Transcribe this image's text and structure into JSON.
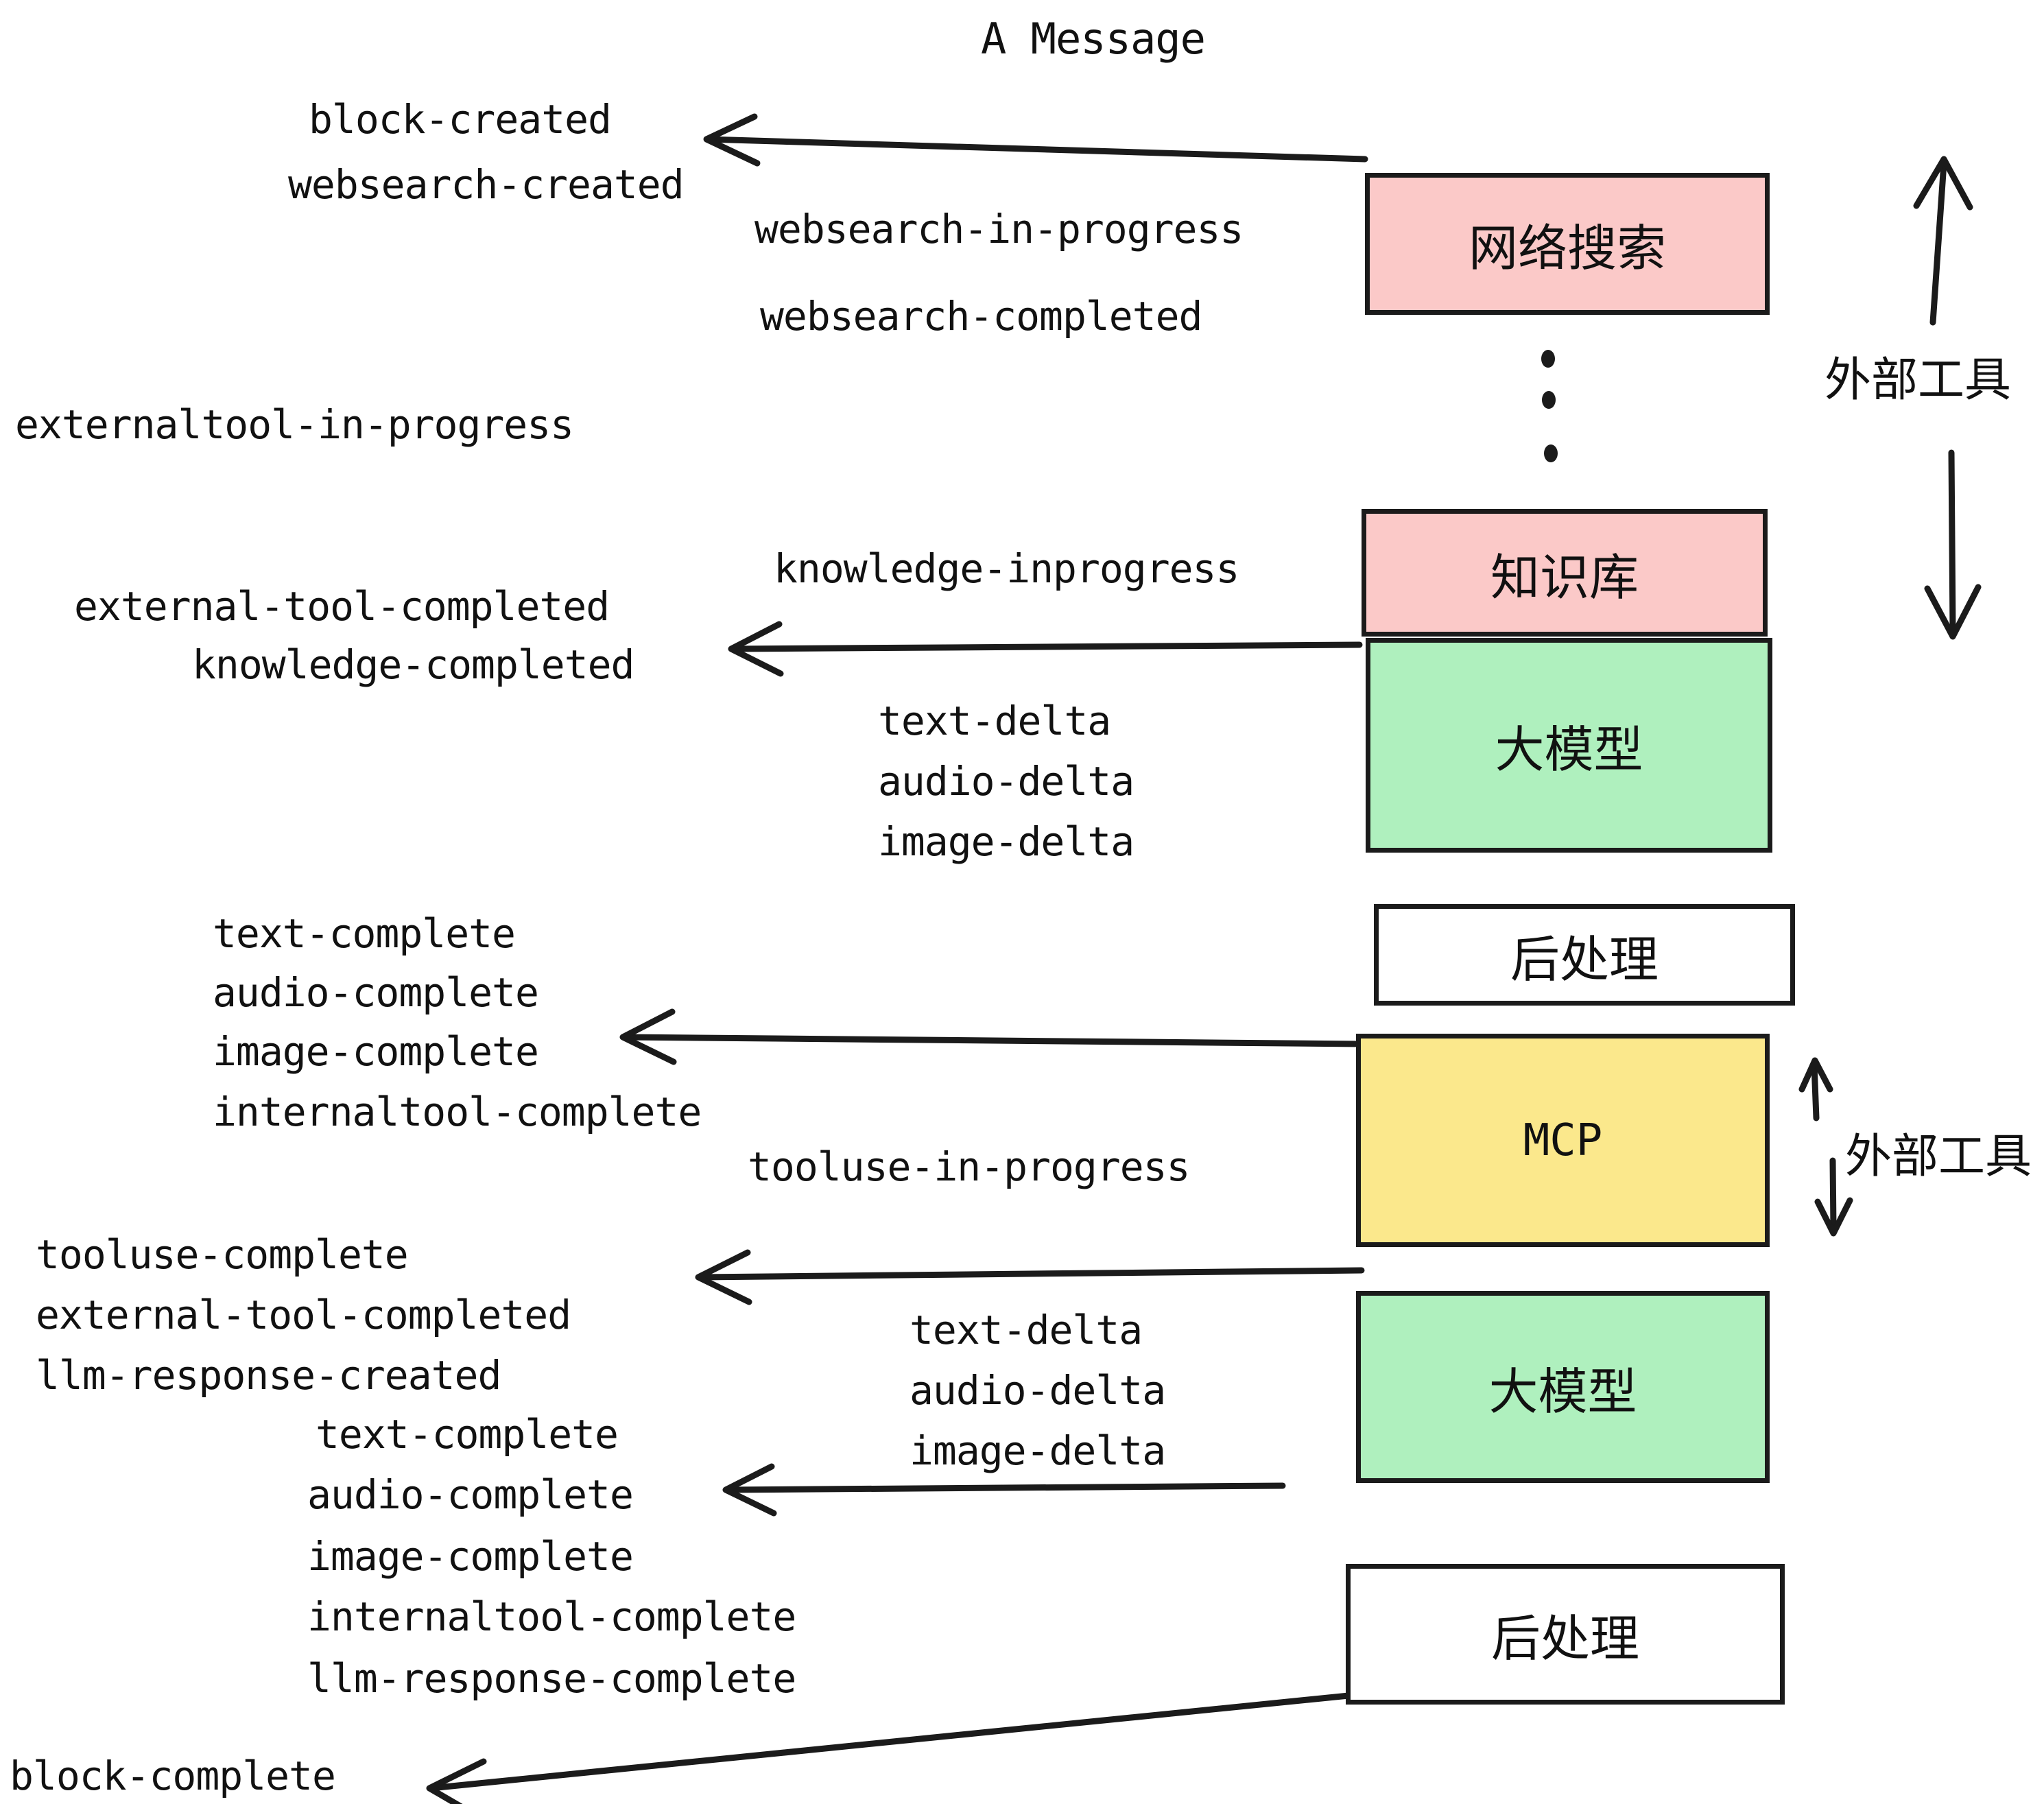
{
  "title": "A Message",
  "diagram_type": "sequence-flow",
  "colors": {
    "pink": "#fbc9c8",
    "green": "#aff0be",
    "yellow": "#fbe88c",
    "white": "#ffffff",
    "stroke": "#1b1b1b"
  },
  "boxes": [
    {
      "label": "网络搜索",
      "color": "pink"
    },
    {
      "label": "知识库",
      "color": "pink"
    },
    {
      "label": "大模型",
      "color": "green"
    },
    {
      "label": "后处理",
      "color": "white"
    },
    {
      "label": "MCP",
      "color": "yellow"
    },
    {
      "label": "大模型",
      "color": "green"
    },
    {
      "label": "后处理",
      "color": "white"
    }
  ],
  "side_labels": [
    {
      "text": "外部工具"
    },
    {
      "text": "外部工具"
    }
  ],
  "events": [
    {
      "text": "block-created"
    },
    {
      "text": "websearch-created"
    },
    {
      "text": "websearch-in-progress"
    },
    {
      "text": "websearch-completed"
    },
    {
      "text": "externaltool-in-progress"
    },
    {
      "text": "knowledge-inprogress"
    },
    {
      "text": "external-tool-completed"
    },
    {
      "text": "knowledge-completed"
    },
    {
      "text": "text-delta"
    },
    {
      "text": "audio-delta"
    },
    {
      "text": "image-delta"
    },
    {
      "text": "text-complete"
    },
    {
      "text": "audio-complete"
    },
    {
      "text": "image-complete"
    },
    {
      "text": "internaltool-complete"
    },
    {
      "text": "tooluse-in-progress"
    },
    {
      "text": "tooluse-complete"
    },
    {
      "text": "external-tool-completed"
    },
    {
      "text": "llm-response-created"
    },
    {
      "text": "text-complete"
    },
    {
      "text": "audio-complete"
    },
    {
      "text": "image-complete"
    },
    {
      "text": "internaltool-complete"
    },
    {
      "text": "llm-response-complete"
    },
    {
      "text": "block-complete"
    },
    {
      "text": "text-delta"
    },
    {
      "text": "audio-delta"
    },
    {
      "text": "image-delta"
    }
  ]
}
